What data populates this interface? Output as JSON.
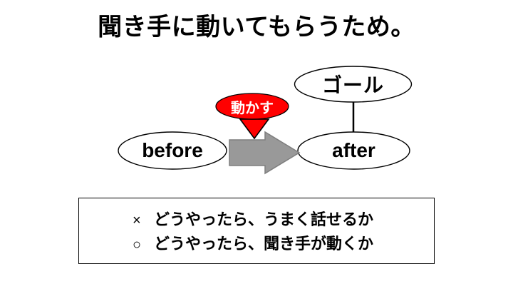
{
  "slide": {
    "title": "聞き手に動いてもらうため。",
    "background_color": "#ffffff"
  },
  "diagram": {
    "nodes": {
      "goal": {
        "label": "ゴール",
        "shape": "ellipse",
        "fill": "#ffffff",
        "stroke": "#000000"
      },
      "before": {
        "label": "before",
        "shape": "ellipse",
        "fill": "#ffffff",
        "stroke": "#000000"
      },
      "after": {
        "label": "after",
        "shape": "ellipse",
        "fill": "#ffffff",
        "stroke": "#000000"
      },
      "action": {
        "label": "動かす",
        "shape": "ellipse",
        "fill": "#ff0000",
        "stroke": "#000000",
        "text_color": "#ffffff"
      }
    },
    "connectors": {
      "goal_to_after": {
        "type": "line",
        "color": "#000000"
      },
      "before_to_after": {
        "type": "block-arrow",
        "direction": "right",
        "fill": "#999999",
        "stroke": "#7f7f7f"
      },
      "action_pointer": {
        "type": "triangle",
        "direction": "down",
        "fill": "#ff0000",
        "stroke": "#000000"
      }
    }
  },
  "note_box": {
    "border_color": "#000000",
    "lines": [
      {
        "marker": "×",
        "marker_name": "cross-marker",
        "text": "どうやったら、うまく話せるか"
      },
      {
        "marker": "○",
        "marker_name": "circle-marker",
        "text": "どうやったら、聞き手が動くか"
      }
    ]
  }
}
